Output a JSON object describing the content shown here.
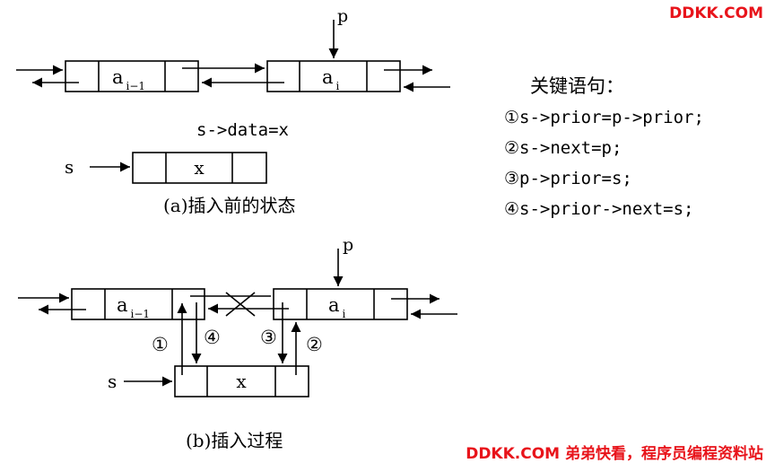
{
  "watermark_top": "DDKK.COM",
  "watermark_bottom": "DDKK.COM 弟弟快看，程序员编程资料站",
  "colors": {
    "watermark": "#e8141b",
    "ink": "#000000"
  },
  "part_a": {
    "pointer_p": "p",
    "node_left_sym": "a",
    "node_left_sub": "i−1",
    "node_right_sym": "a",
    "node_right_sub": "i",
    "assign_text": "s->data=x",
    "pointer_s": "s",
    "new_node_value": "x",
    "caption": "(a)插入前的状态"
  },
  "part_b": {
    "pointer_p": "p",
    "node_left_sym": "a",
    "node_left_sub": "i−1",
    "node_right_sym": "a",
    "node_right_sub": "i",
    "pointer_s": "s",
    "new_node_value": "x",
    "step1": "①",
    "step2": "②",
    "step3": "③",
    "step4": "④",
    "caption": "(b)插入过程"
  },
  "key_statements": {
    "title": "关键语句：",
    "lines": [
      "①s->prior=p->prior;",
      "②s->next=p;",
      "③p->prior=s;",
      "④s->prior->next=s;"
    ]
  }
}
